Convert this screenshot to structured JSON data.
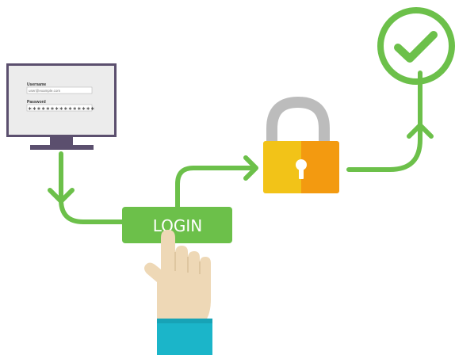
{
  "monitor": {
    "username_label": "Username",
    "username_value": "user@example.com",
    "password_label": "Password",
    "password_value": "∗∗∗∗∗∗∗∗∗∗∗∗∗∗∗"
  },
  "login_button": {
    "label": "LOGIN"
  },
  "colors": {
    "green": "#6cc04a",
    "lock_yellow": "#f2c318",
    "lock_orange": "#f39a10",
    "shackle_gray": "#bcbcbc",
    "monitor_frame": "#5b4f6e",
    "sleeve": "#1bb5c9",
    "skin": "#eed8b6"
  },
  "icons": {
    "lock": "padlock-icon",
    "check": "checkmark-icon",
    "hand": "pointing-hand-icon"
  }
}
